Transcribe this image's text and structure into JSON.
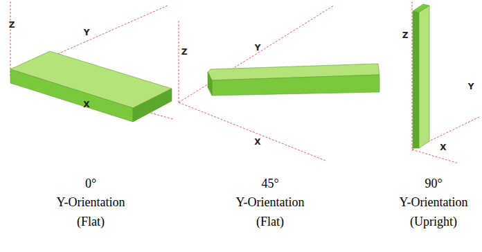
{
  "diagram": {
    "labels": [
      "Z",
      "Y",
      "X",
      "Z",
      "Y",
      "X",
      "Z",
      "Y",
      "X",
      "0°",
      "Y-Orientation",
      "(Flat)",
      "45°",
      "Y-Orientation",
      "(Flat)",
      "90°",
      "Y-Orientation",
      "(Upright)"
    ]
  }
}
